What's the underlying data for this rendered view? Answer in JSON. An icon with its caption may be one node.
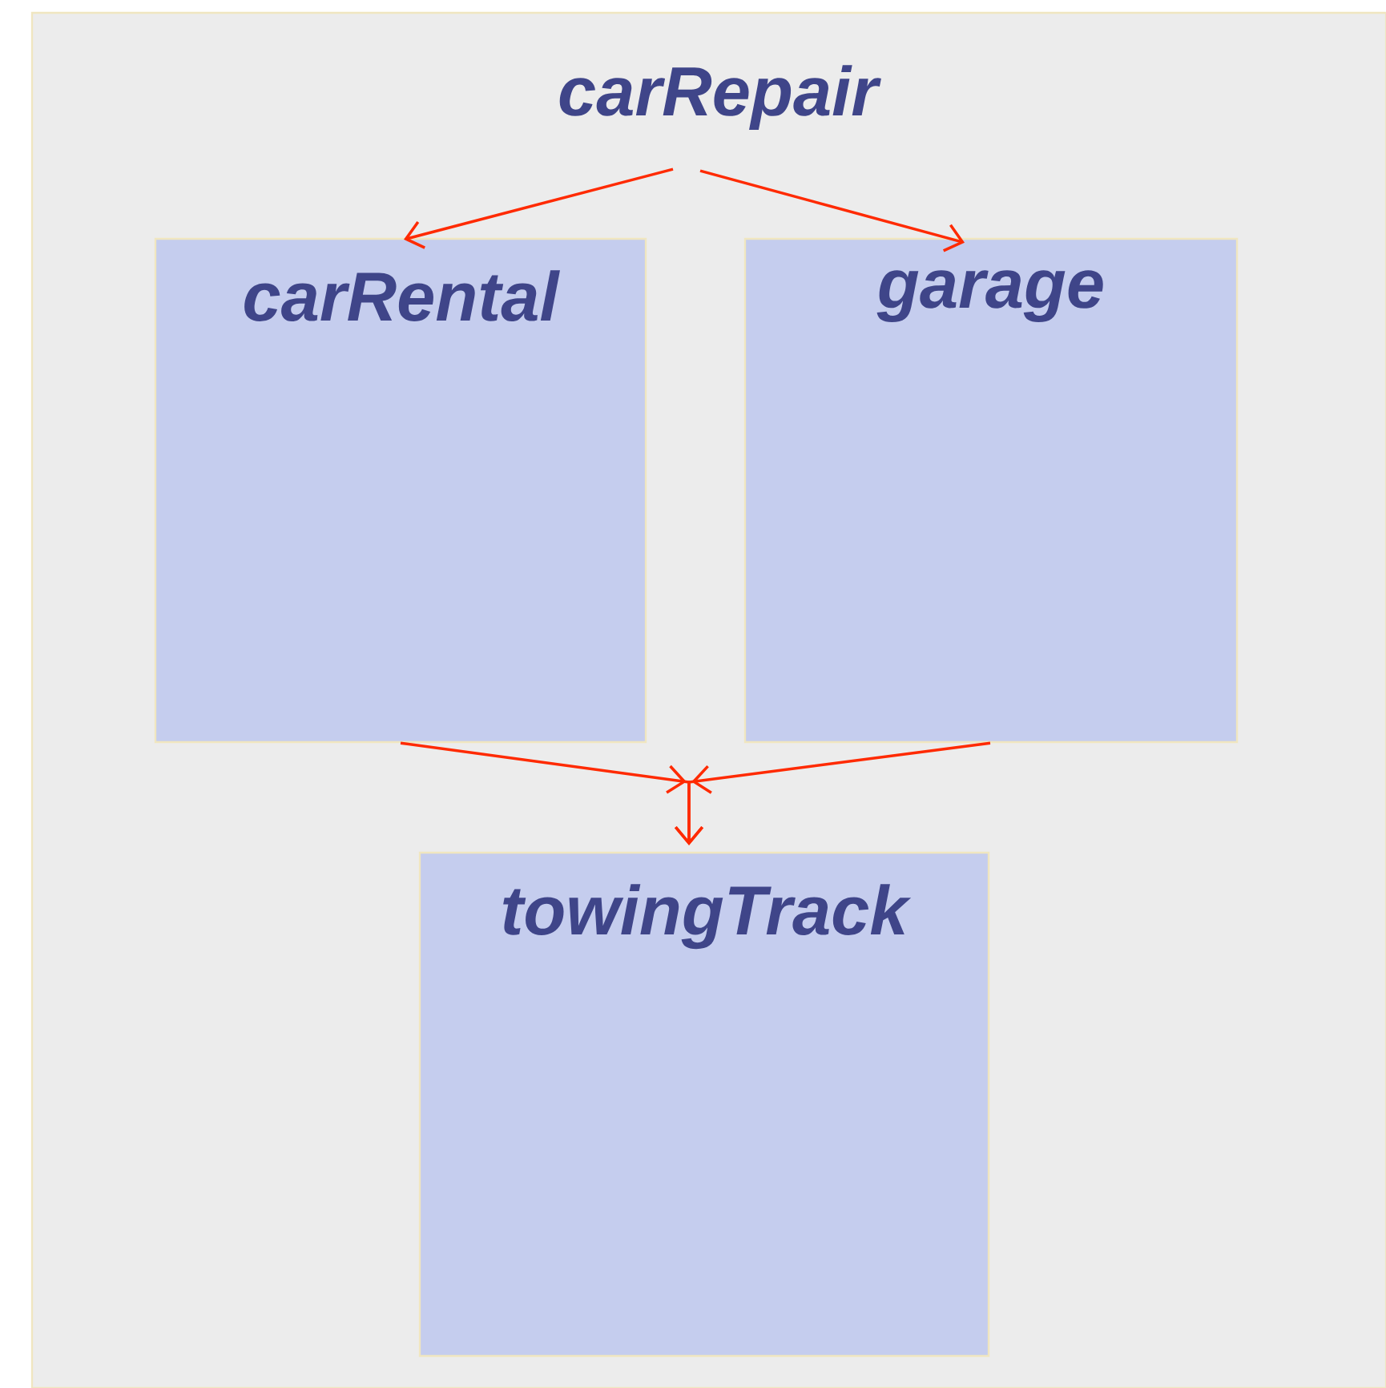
{
  "diagram": {
    "nodes": [
      {
        "text": [
          "carRepair"
        ]
      },
      {
        "text": [
          "carRental"
        ]
      },
      {
        "text": [
          "garage"
        ]
      },
      {
        "text": [
          "towingTrack"
        ]
      }
    ],
    "edges": [
      {
        "from": 0,
        "to": 1,
        "arrow": "to"
      },
      {
        "from": 0,
        "to": 2,
        "arrow": "to"
      },
      {
        "from": 1,
        "to": 3,
        "arrow": "to"
      },
      {
        "from": 2,
        "to": 3,
        "arrow": "to"
      }
    ]
  }
}
